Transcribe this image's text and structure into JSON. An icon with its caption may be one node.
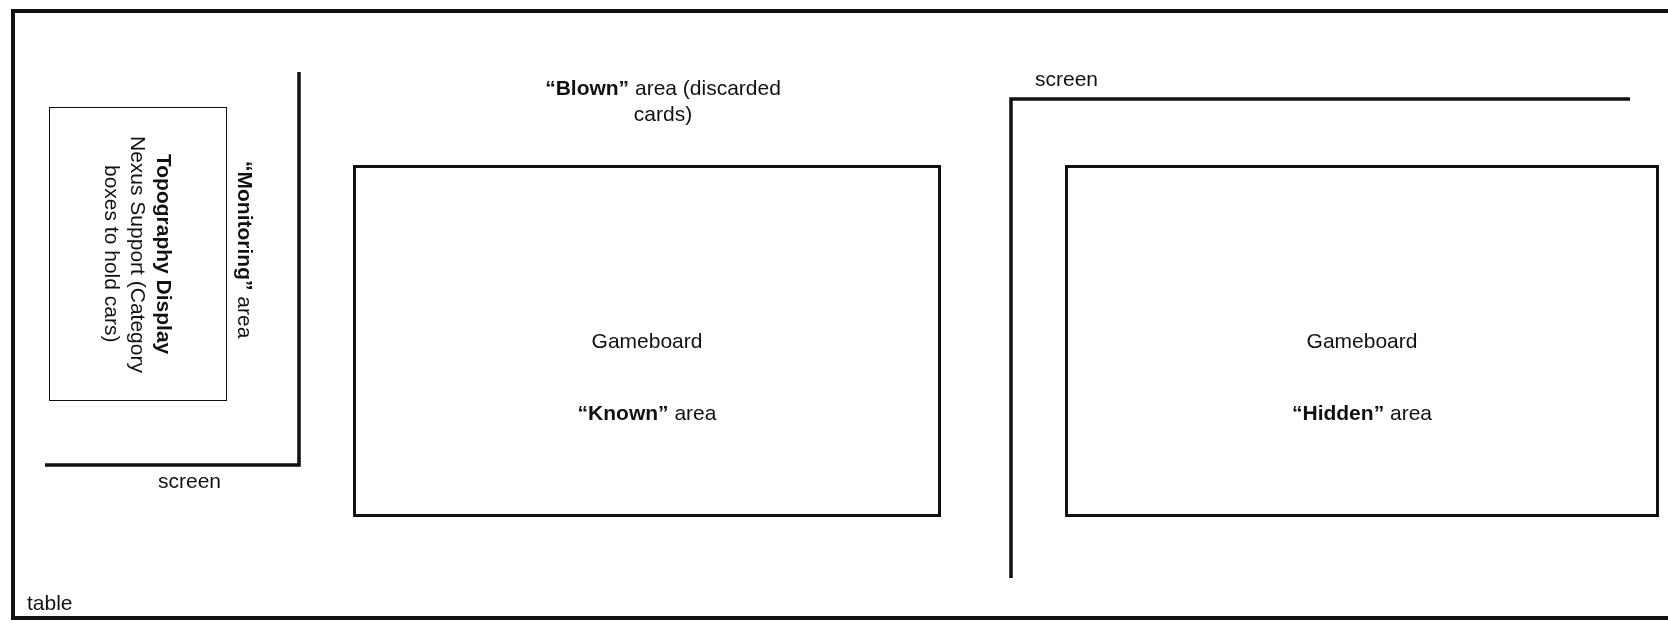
{
  "diagram": {
    "nodes": [
      {
        "text": [
          "table"
        ]
      },
      {
        "text": [
          "Topography Display",
          "Nexus Support (Category boxes to hold cars)"
        ],
        "in": 0
      },
      {
        "text": [
          "Gameboard",
          "**“Known”** area"
        ],
        "in": 0
      },
      {
        "text": [
          "Gameboard",
          "**“Hidden”** area"
        ],
        "in": 0
      }
    ],
    "edges": [],
    "labels": [
      "**“Monitoring”** area",
      "**“Blown”** area (discarded cards)",
      "screen",
      "screen"
    ]
  }
}
